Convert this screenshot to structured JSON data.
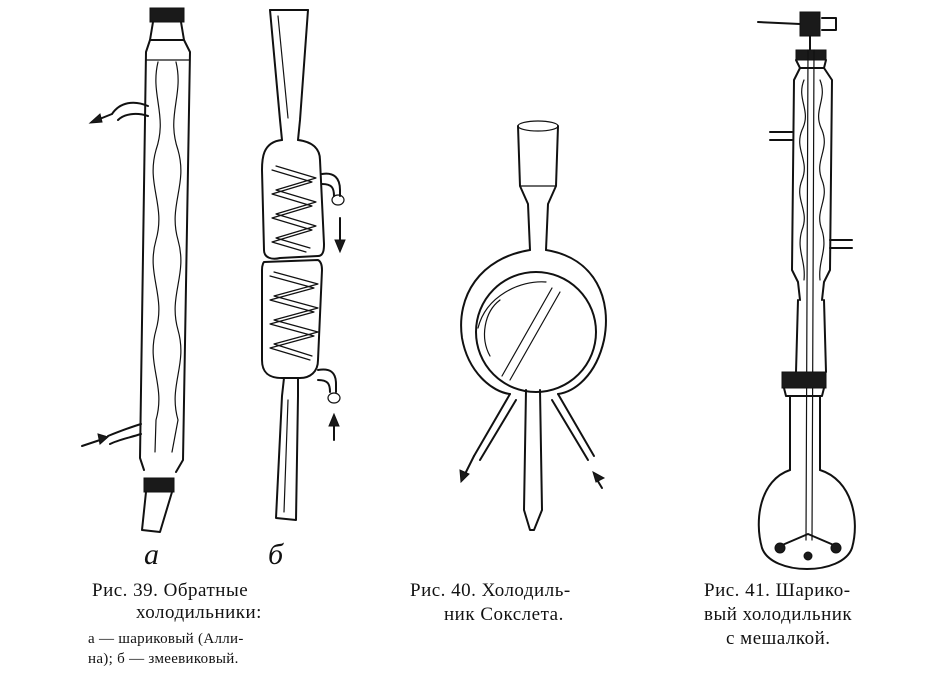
{
  "figures": {
    "fig39": {
      "part_a_label": "а",
      "part_b_label": "б",
      "caption_line1": "Рис.   39.   Обратные",
      "caption_line2": "холодильники:",
      "legend_line1": "а — шариковый     (Алли-",
      "legend_line2": "на);    б — змеевиковый."
    },
    "fig40": {
      "caption_line1": "Рис.  40. Холодиль-",
      "caption_line2": "ник  Сокслета."
    },
    "fig41": {
      "caption_line1": "Рис.  41.  Шарико-",
      "caption_line2": "вый    холодильник",
      "caption_line3": "с  мешалкой."
    }
  },
  "icons": [
    "flow-arrow-icon",
    "flow-arrow-icon",
    "flow-arrow-icon",
    "flow-arrow-icon",
    "flow-arrow-icon",
    "flow-arrow-icon"
  ]
}
